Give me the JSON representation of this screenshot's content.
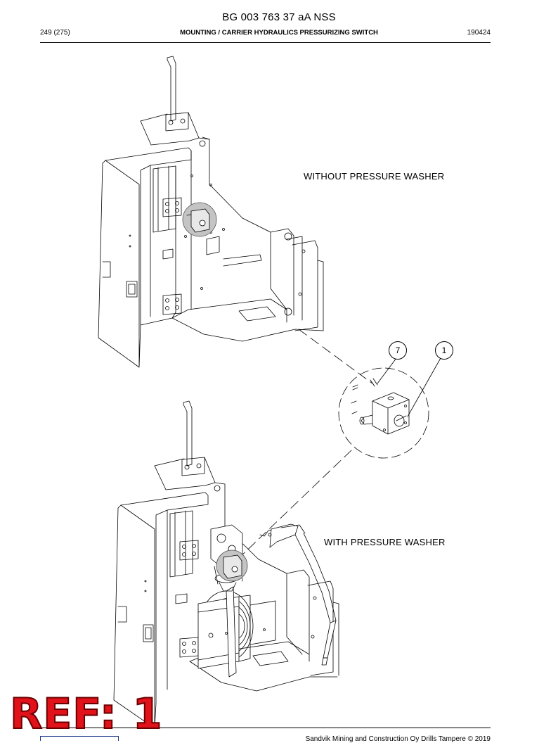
{
  "header": {
    "doc_id": "BG 003 763 37 aA NSS",
    "page": "249 (275)",
    "title": "MOUNTING / CARRIER HYDRAULICS PRESSURIZING SWITCH",
    "date": "190424"
  },
  "drawing": {
    "caption_top": "WITHOUT PRESSURE WASHER",
    "caption_bottom": "WITH PRESSURE WASHER",
    "balloons": [
      "7",
      "1"
    ]
  },
  "footer": {
    "copyright": "Sandvik Mining and Construction Oy Drills Tampere © 2019",
    "ref_stamp": "REF: 1"
  }
}
